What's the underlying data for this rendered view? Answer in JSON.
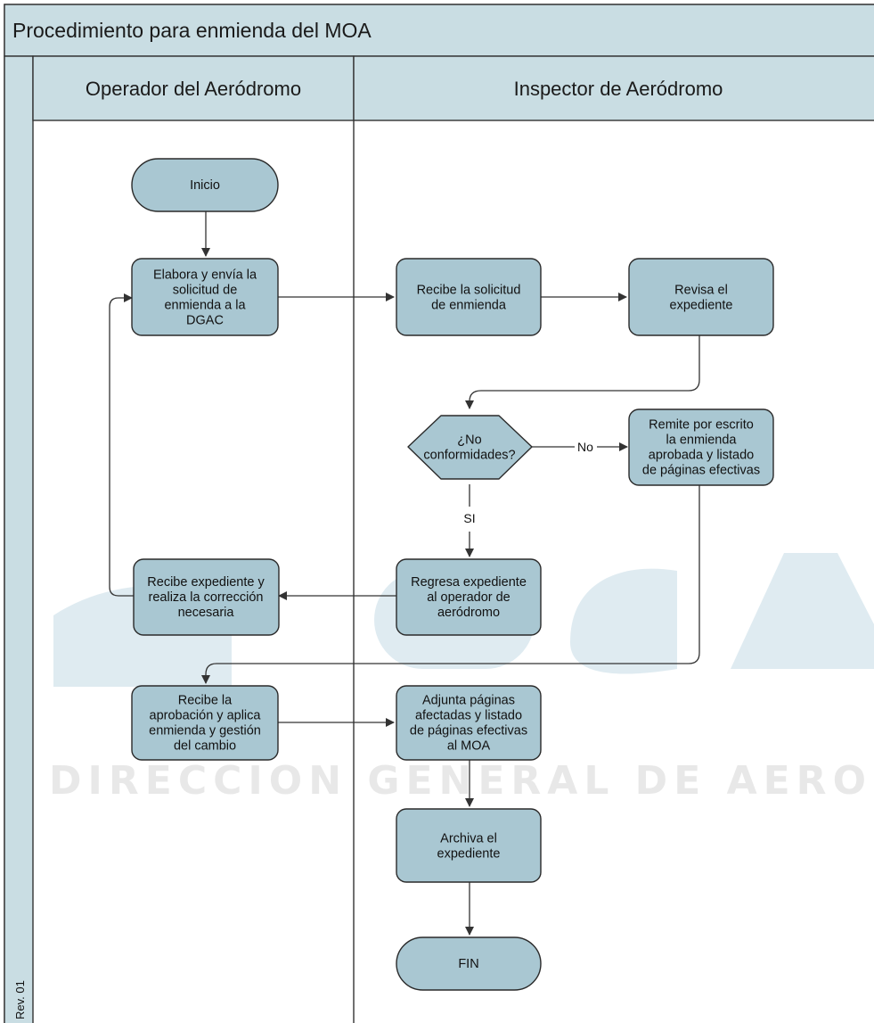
{
  "title": "Procedimiento para enmienda del MOA",
  "lanes": {
    "left": "Operador del Aeródromo",
    "right": "Inspector de Aeródromo"
  },
  "revision": "Rev. 01",
  "watermark": "DIRECCION GENERAL DE AERONAUTICA",
  "colors": {
    "header_fill": "#c9dde3",
    "node_fill": "#a9c7d2",
    "watermark": "#dceaf0"
  },
  "nodes": {
    "inicio": [
      "Inicio"
    ],
    "elabora": [
      "Elabora y envía la",
      "solicitud de",
      "enmienda a la",
      "DGAC"
    ],
    "recibe_sol": [
      "Recibe la solicitud",
      "de enmienda"
    ],
    "revisa": [
      "Revisa el",
      "expediente"
    ],
    "decision": [
      "¿No",
      "conformidades?"
    ],
    "remite": [
      "Remite por escrito",
      "la enmienda",
      "aprobada y listado",
      "de páginas efectivas"
    ],
    "regresa": [
      "Regresa expediente",
      "al operador de",
      "aeródromo"
    ],
    "recibe_exp": [
      "Recibe expediente y",
      "realiza la corrección",
      "necesaria"
    ],
    "recibe_aprob": [
      "Recibe la",
      "aprobación y aplica",
      "enmienda y gestión",
      "del cambio"
    ],
    "adjunta": [
      "Adjunta páginas",
      "afectadas y listado",
      "de páginas efectivas",
      "al MOA"
    ],
    "archiva": [
      "Archiva el",
      "expediente"
    ],
    "fin": [
      "FIN"
    ]
  },
  "edge_labels": {
    "no": "No",
    "si": "SI"
  }
}
